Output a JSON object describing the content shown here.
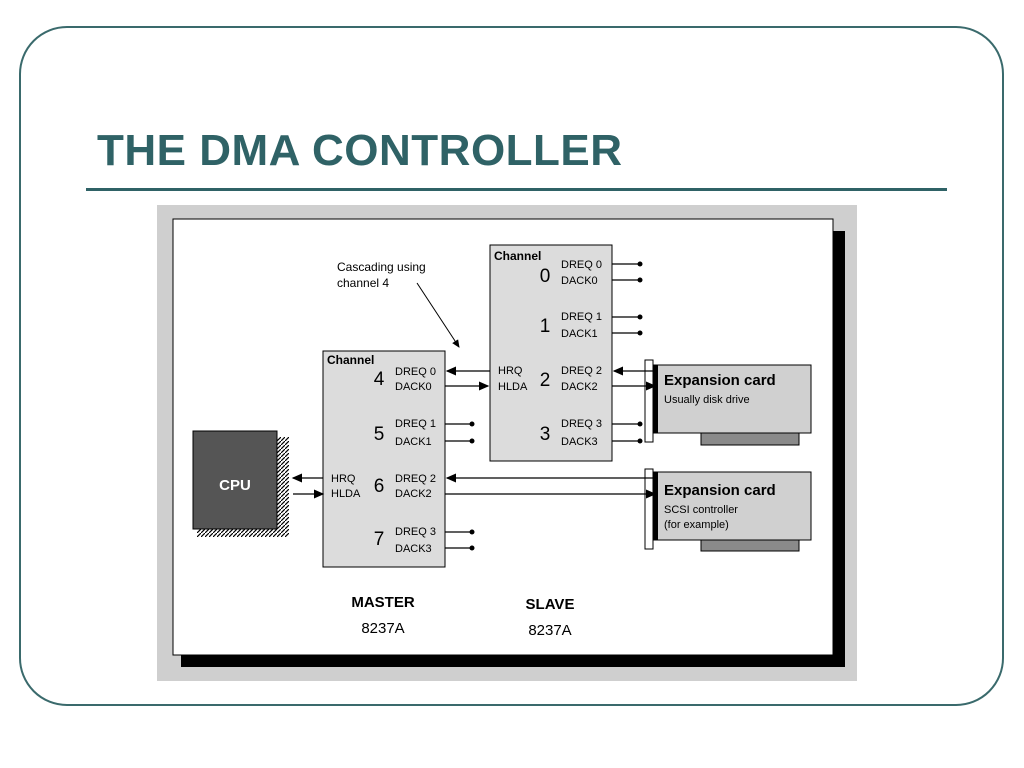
{
  "slide": {
    "title": "THE DMA CONTROLLER"
  },
  "diagram": {
    "cascade_note": [
      "Cascading using",
      "channel 4"
    ],
    "cpu": {
      "label": "CPU",
      "hrq": "HRQ",
      "hlda": "HLDA"
    },
    "master": {
      "header": "Channel",
      "name": "MASTER",
      "part": "8237A",
      "channels": [
        {
          "num": "4",
          "dreq": "DREQ 0",
          "dack": "DACK0"
        },
        {
          "num": "5",
          "dreq": "DREQ 1",
          "dack": "DACK1"
        },
        {
          "num": "6",
          "dreq": "DREQ 2",
          "dack": "DACK2"
        },
        {
          "num": "7",
          "dreq": "DREQ 3",
          "dack": "DACK3"
        }
      ]
    },
    "slave": {
      "header": "Channel",
      "name": "SLAVE",
      "part": "8237A",
      "hrq": "HRQ",
      "hlda": "HLDA",
      "channels": [
        {
          "num": "0",
          "dreq": "DREQ 0",
          "dack": "DACK0"
        },
        {
          "num": "1",
          "dreq": "DREQ 1",
          "dack": "DACK1"
        },
        {
          "num": "2",
          "dreq": "DREQ 2",
          "dack": "DACK2"
        },
        {
          "num": "3",
          "dreq": "DREQ 3",
          "dack": "DACK3"
        }
      ]
    },
    "expansion_cards": [
      {
        "title": "Expansion card",
        "lines": [
          "Usually disk drive"
        ]
      },
      {
        "title": "Expansion card",
        "lines": [
          "SCSI controller",
          "(for example)"
        ]
      }
    ]
  }
}
